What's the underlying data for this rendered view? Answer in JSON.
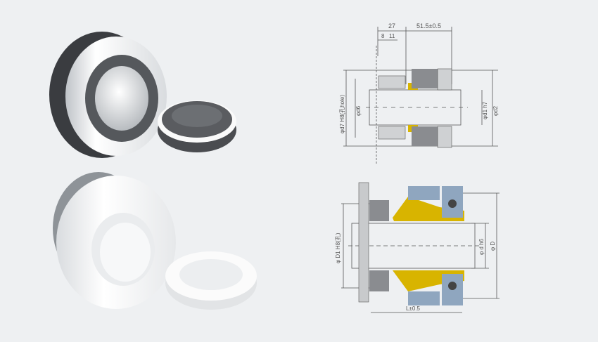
{
  "background": "#eef0f2",
  "colors": {
    "ptfe_white": "#fafafa",
    "steel": "#9aa0a6",
    "rubber_dark": "#4a4c50",
    "yellow_part": "#d8b400",
    "blue_part": "#8fa6bf",
    "line": "#555555"
  },
  "photos": [
    {
      "name": "seal-photo-top",
      "description": "PTFE bellows seal with dark face ring and separate dark seat"
    },
    {
      "name": "seal-photo-bottom",
      "description": "White PTFE bellows seal with white seat ring"
    }
  ],
  "drawing_top": {
    "dim_27": "27",
    "dim_51": "51.5±0.5",
    "dim_8": "8",
    "dim_11": "11",
    "label_d7": "φd7 H8(孔hole)",
    "label_d6": "φd6",
    "label_d1": "φd1 h7",
    "label_d2": "φd2"
  },
  "drawing_bottom": {
    "label_D1": "φ D1 H8(孔)",
    "label_d": "φ d h6",
    "label_D": "φ D",
    "label_L": "L±0.5"
  }
}
